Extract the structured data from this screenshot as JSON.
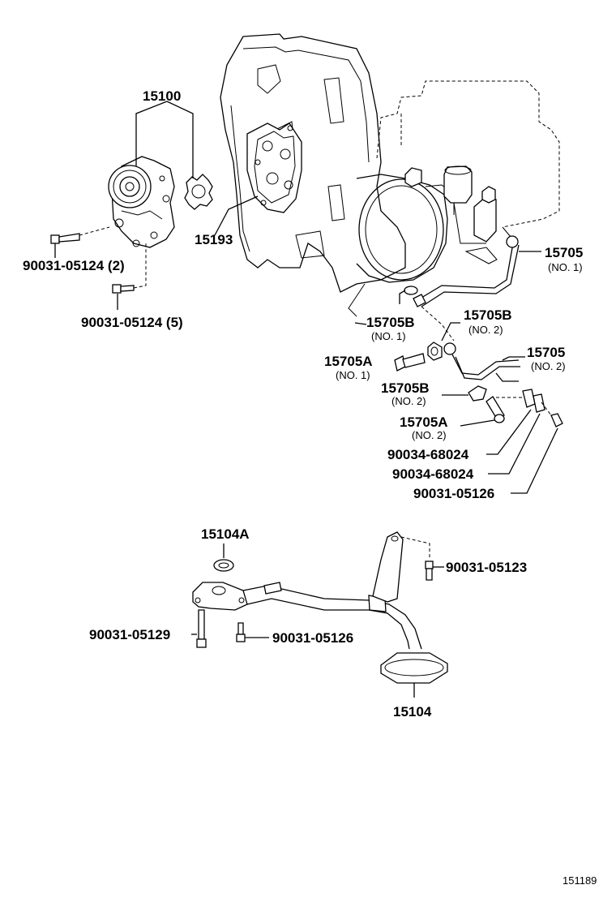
{
  "diagram_id": "151189",
  "labels": {
    "p15100": "15100",
    "p15193": "15193",
    "p90031_05124_2": "90031-05124 (2)",
    "p90031_05124_5": "90031-05124 (5)",
    "p15705_no1": "15705",
    "p15705_no1_sub": "(NO. 1)",
    "p15705b_no1": "15705B",
    "p15705b_no1_sub": "(NO. 1)",
    "p15705b_no2a": "15705B",
    "p15705b_no2a_sub": "(NO. 2)",
    "p15705a_no1": "15705A",
    "p15705a_no1_sub": "(NO. 1)",
    "p15705_no2": "15705",
    "p15705_no2_sub": "(NO. 2)",
    "p15705b_no2b": "15705B",
    "p15705b_no2b_sub": "(NO. 2)",
    "p15705a_no2": "15705A",
    "p15705a_no2_sub": "(NO. 2)",
    "p90034_68024_a": "90034-68024",
    "p90034_68024_b": "90034-68024",
    "p90031_05126_a": "90031-05126",
    "p15104a": "15104A",
    "p90031_05123": "90031-05123",
    "p90031_05129": "90031-05129",
    "p90031_05126_b": "90031-05126",
    "p15104": "15104"
  }
}
